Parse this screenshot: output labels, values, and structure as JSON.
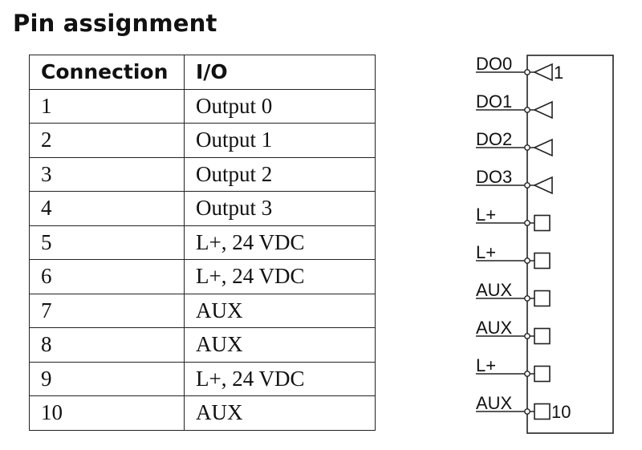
{
  "title": "Pin assignment",
  "table": {
    "headers": [
      "Connection",
      "I/O"
    ],
    "rows": [
      [
        "1",
        "Output 0"
      ],
      [
        "2",
        "Output 1"
      ],
      [
        "3",
        "Output 2"
      ],
      [
        "4",
        "Output 3"
      ],
      [
        "5",
        "L+, 24 VDC"
      ],
      [
        "6",
        "L+, 24 VDC"
      ],
      [
        "7",
        "AUX"
      ],
      [
        "8",
        "AUX"
      ],
      [
        "9",
        "L+, 24 VDC"
      ],
      [
        "10",
        "AUX"
      ]
    ]
  },
  "diagram": {
    "pins": [
      {
        "label": "DO0",
        "symbol": "output-triangle-icon",
        "number": "1"
      },
      {
        "label": "DO1",
        "symbol": "output-triangle-icon",
        "number": ""
      },
      {
        "label": "DO2",
        "symbol": "output-triangle-icon",
        "number": ""
      },
      {
        "label": "DO3",
        "symbol": "output-triangle-icon",
        "number": ""
      },
      {
        "label": "L+",
        "symbol": "terminal-square-icon",
        "number": ""
      },
      {
        "label": "L+",
        "symbol": "terminal-square-icon",
        "number": ""
      },
      {
        "label": "AUX",
        "symbol": "terminal-square-icon",
        "number": ""
      },
      {
        "label": "AUX",
        "symbol": "terminal-square-icon",
        "number": ""
      },
      {
        "label": "L+",
        "symbol": "terminal-square-icon",
        "number": ""
      },
      {
        "label": "AUX",
        "symbol": "terminal-square-icon",
        "number": "10"
      }
    ]
  }
}
